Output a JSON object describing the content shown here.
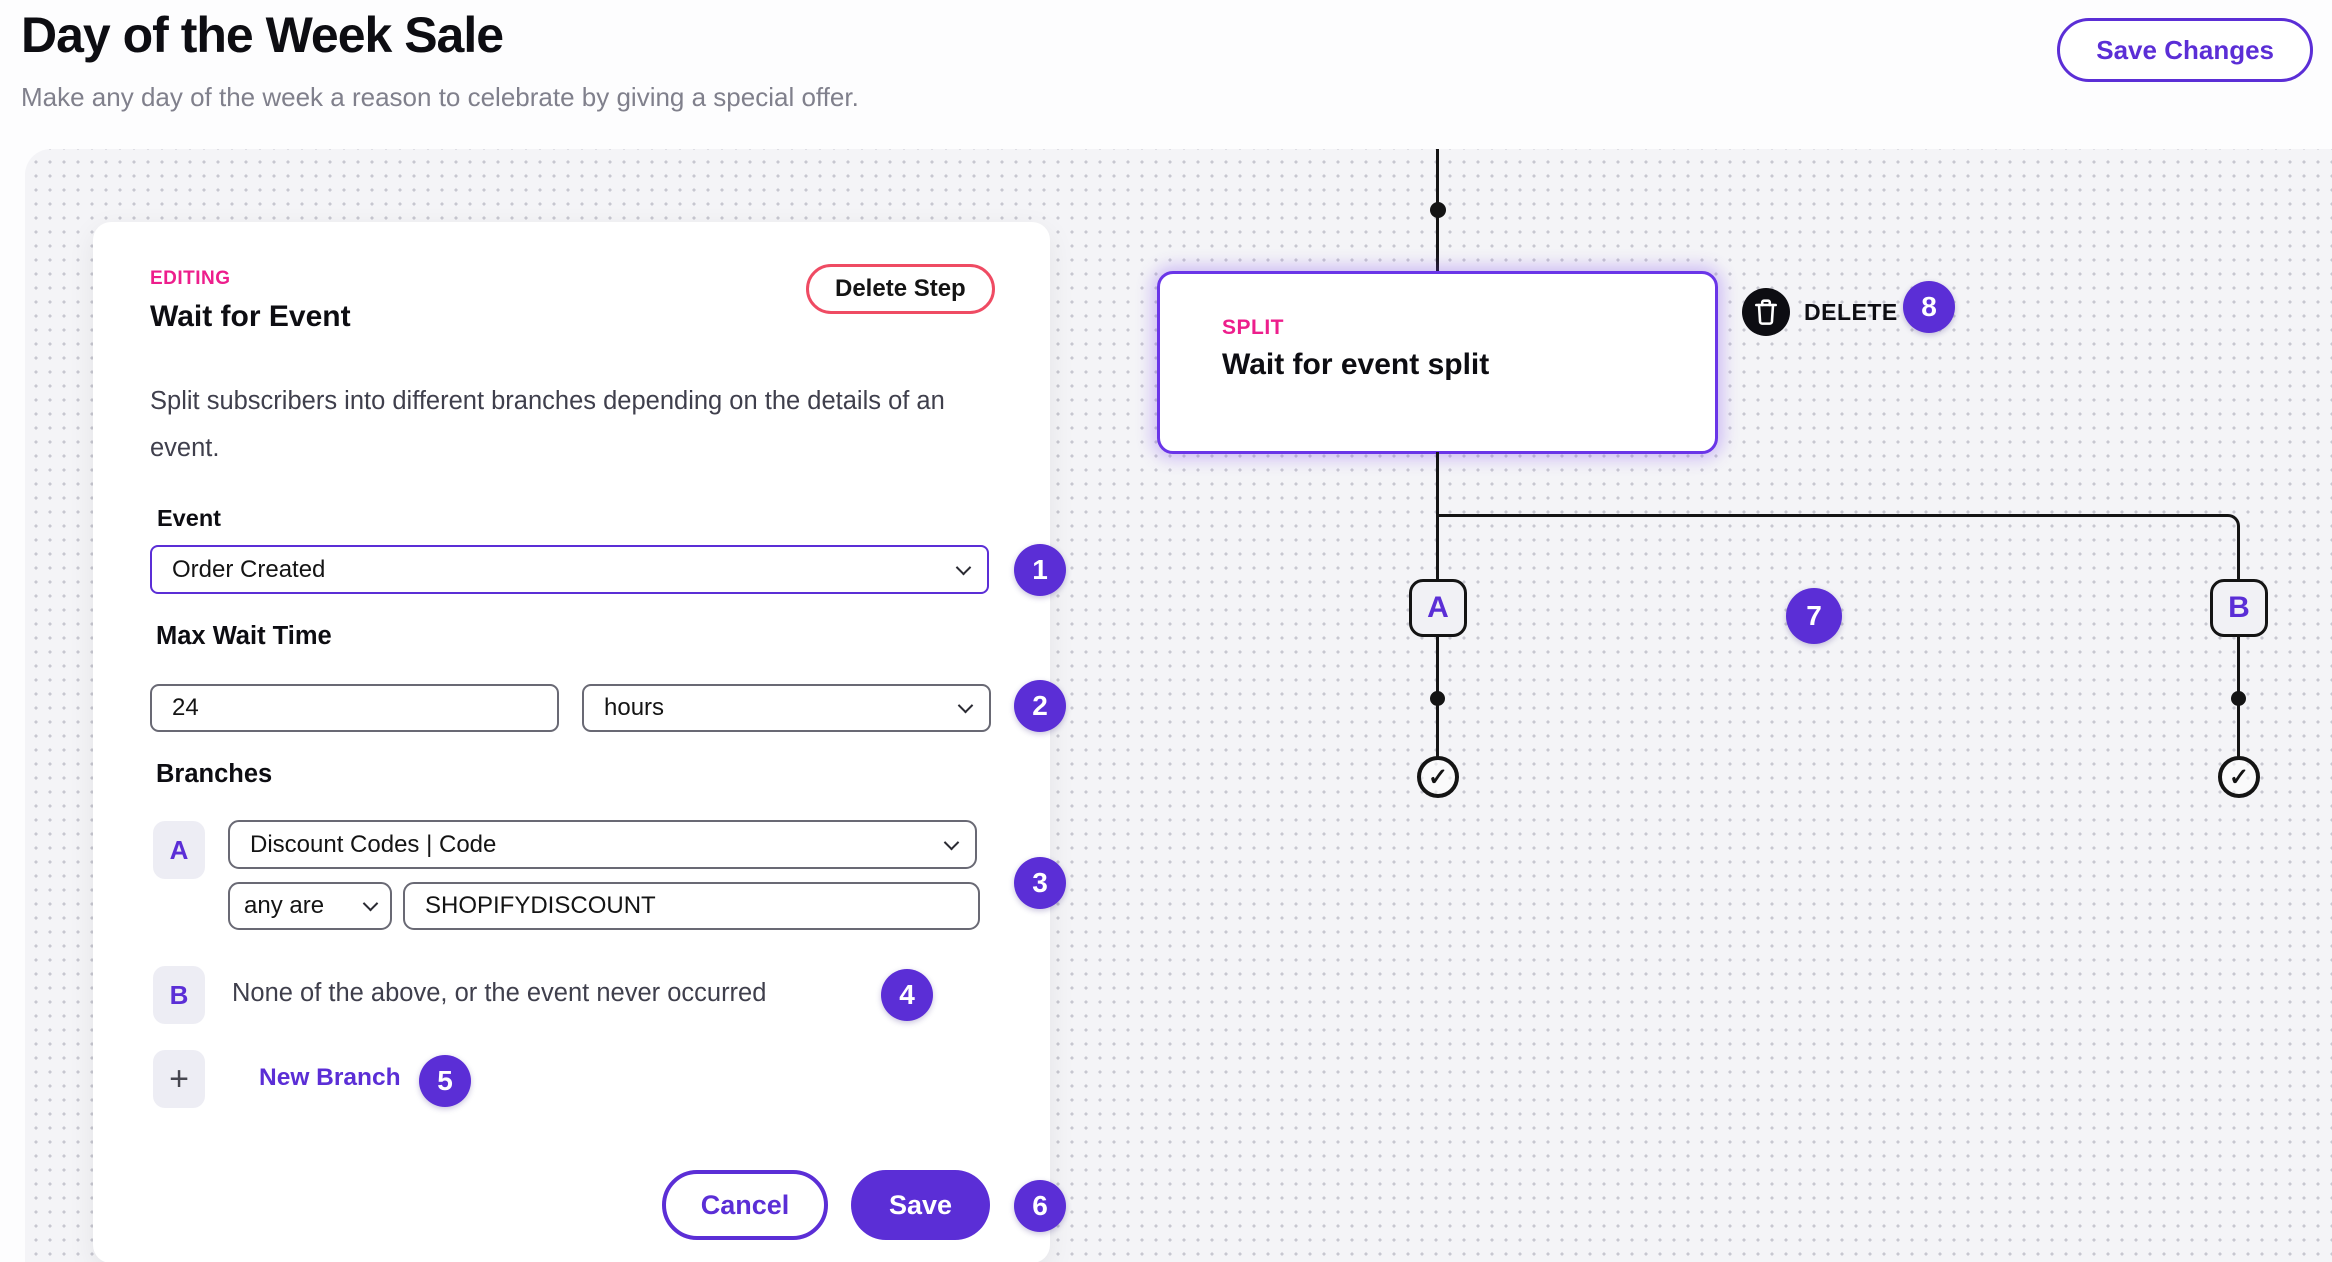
{
  "header": {
    "title": "Day of the Week Sale",
    "subtitle": "Make any day of the week a reason to celebrate by giving a special offer.",
    "save_changes_label": "Save Changes"
  },
  "panel": {
    "editing_label": "EDITING",
    "title": "Wait for Event",
    "delete_step_label": "Delete Step",
    "description": "Split subscribers into different branches depending on the details of an event.",
    "event": {
      "label": "Event",
      "value": "Order Created"
    },
    "max_wait": {
      "label": "Max Wait Time",
      "value": "24",
      "unit": "hours"
    },
    "branches": {
      "label": "Branches",
      "a": {
        "letter": "A",
        "property_value": "Discount Codes | Code",
        "condition_value": "any are",
        "code_value": "SHOPIFYDISCOUNT"
      },
      "b": {
        "letter": "B",
        "text": "None of the above, or the event never occurred"
      },
      "new_branch": {
        "plus": "+",
        "label": "New Branch"
      }
    },
    "footer": {
      "cancel_label": "Cancel",
      "save_label": "Save"
    }
  },
  "diagram": {
    "split_node": {
      "tag": "SPLIT",
      "title": "Wait for event split"
    },
    "delete_label": "DELETE",
    "branch_a_letter": "A",
    "branch_b_letter": "B",
    "check_glyph": "✓"
  },
  "badges": [
    "1",
    "2",
    "3",
    "4",
    "5",
    "6",
    "7",
    "8"
  ],
  "colors": {
    "accent_purple": "#5b2ed6",
    "pink": "#ed1e8c",
    "danger_red": "#ef4b63",
    "canvas_bg": "#f4f4f7",
    "dot_grid": "#c7c7d0"
  }
}
